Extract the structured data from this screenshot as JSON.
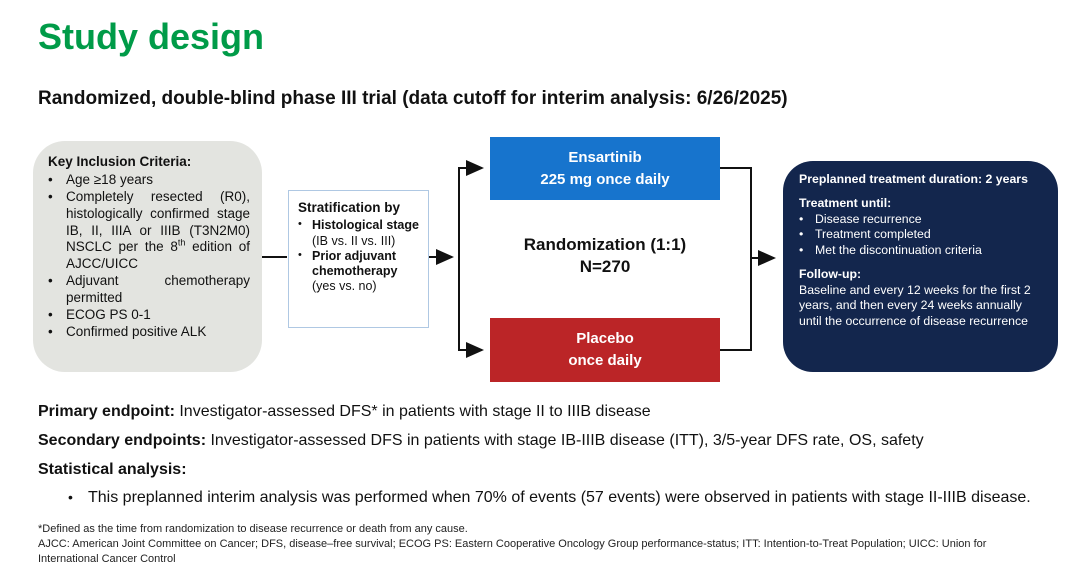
{
  "page": {
    "title": "Study design",
    "subtitle": "Randomized, double-blind phase III trial (data cutoff for interim analysis: 6/26/2025)"
  },
  "colors": {
    "title_green": "#009B48",
    "ensartinib_blue": "#1774CD",
    "placebo_red": "#BB2527",
    "navy": "#13264D",
    "inclusion_gray": "#E3E4E0"
  },
  "inclusion_box": {
    "heading": "Key Inclusion Criteria:",
    "bullet_1": "Age ≥18 years",
    "bullet_2_pre": "Completely resected (R0), histologically confirmed stage IB, II, IIIA or IIIB (T3N2M0) NSCLC per the 8",
    "bullet_2_sup": "th",
    "bullet_2_post": " edition of AJCC/UICC",
    "bullet_3": "Adjuvant chemotherapy permitted",
    "bullet_4": "ECOG PS 0-1",
    "bullet_5": "Confirmed positive ALK"
  },
  "stratification_box": {
    "heading": "Stratification by",
    "bullet_1_bold": "Histological stage",
    "bullet_1_rest": " (IB vs. II vs. III)",
    "bullet_2_bold": "Prior adjuvant chemotherapy",
    "bullet_2_rest": " (yes vs. no)"
  },
  "arms": {
    "ensartinib_line1": "Ensartinib",
    "ensartinib_line2": "225 mg once daily",
    "randomization_line1": "Randomization (1:1)",
    "randomization_line2": "N=270",
    "placebo_line1": "Placebo",
    "placebo_line2": "once daily"
  },
  "treatment_box": {
    "duration": "Preplanned treatment duration: 2 years",
    "until_heading": "Treatment until:",
    "until_1": "Disease recurrence",
    "until_2": "Treatment completed",
    "until_3": "Met the discontinuation criteria",
    "followup_heading": "Follow-up:",
    "followup_text": "Baseline and every 12 weeks for the first 2 years, and then every 24 weeks annually until the occurrence of disease recurrence"
  },
  "endpoints": {
    "primary_label": "Primary endpoint:",
    "primary_text": " Investigator-assessed DFS* in patients with stage II to IIIB disease",
    "secondary_label": "Secondary endpoints:",
    "secondary_text": " Investigator-assessed DFS in patients with stage IB-IIIB disease (ITT), 3/5-year DFS rate, OS, safety",
    "statistical_label": "Statistical analysis:",
    "statistical_bullet": "This preplanned interim analysis was performed when 70% of events (57 events) were observed in patients with stage II-IIIB disease."
  },
  "footnotes": {
    "line1": "*Defined as the time from randomization to disease recurrence or death from any cause.",
    "line2": "AJCC: American Joint Committee on Cancer; DFS, disease–free survival; ECOG PS: Eastern Cooperative Oncology Group performance-status; ITT: Intention-to-Treat Population; UICC: Union for International Cancer Control"
  }
}
